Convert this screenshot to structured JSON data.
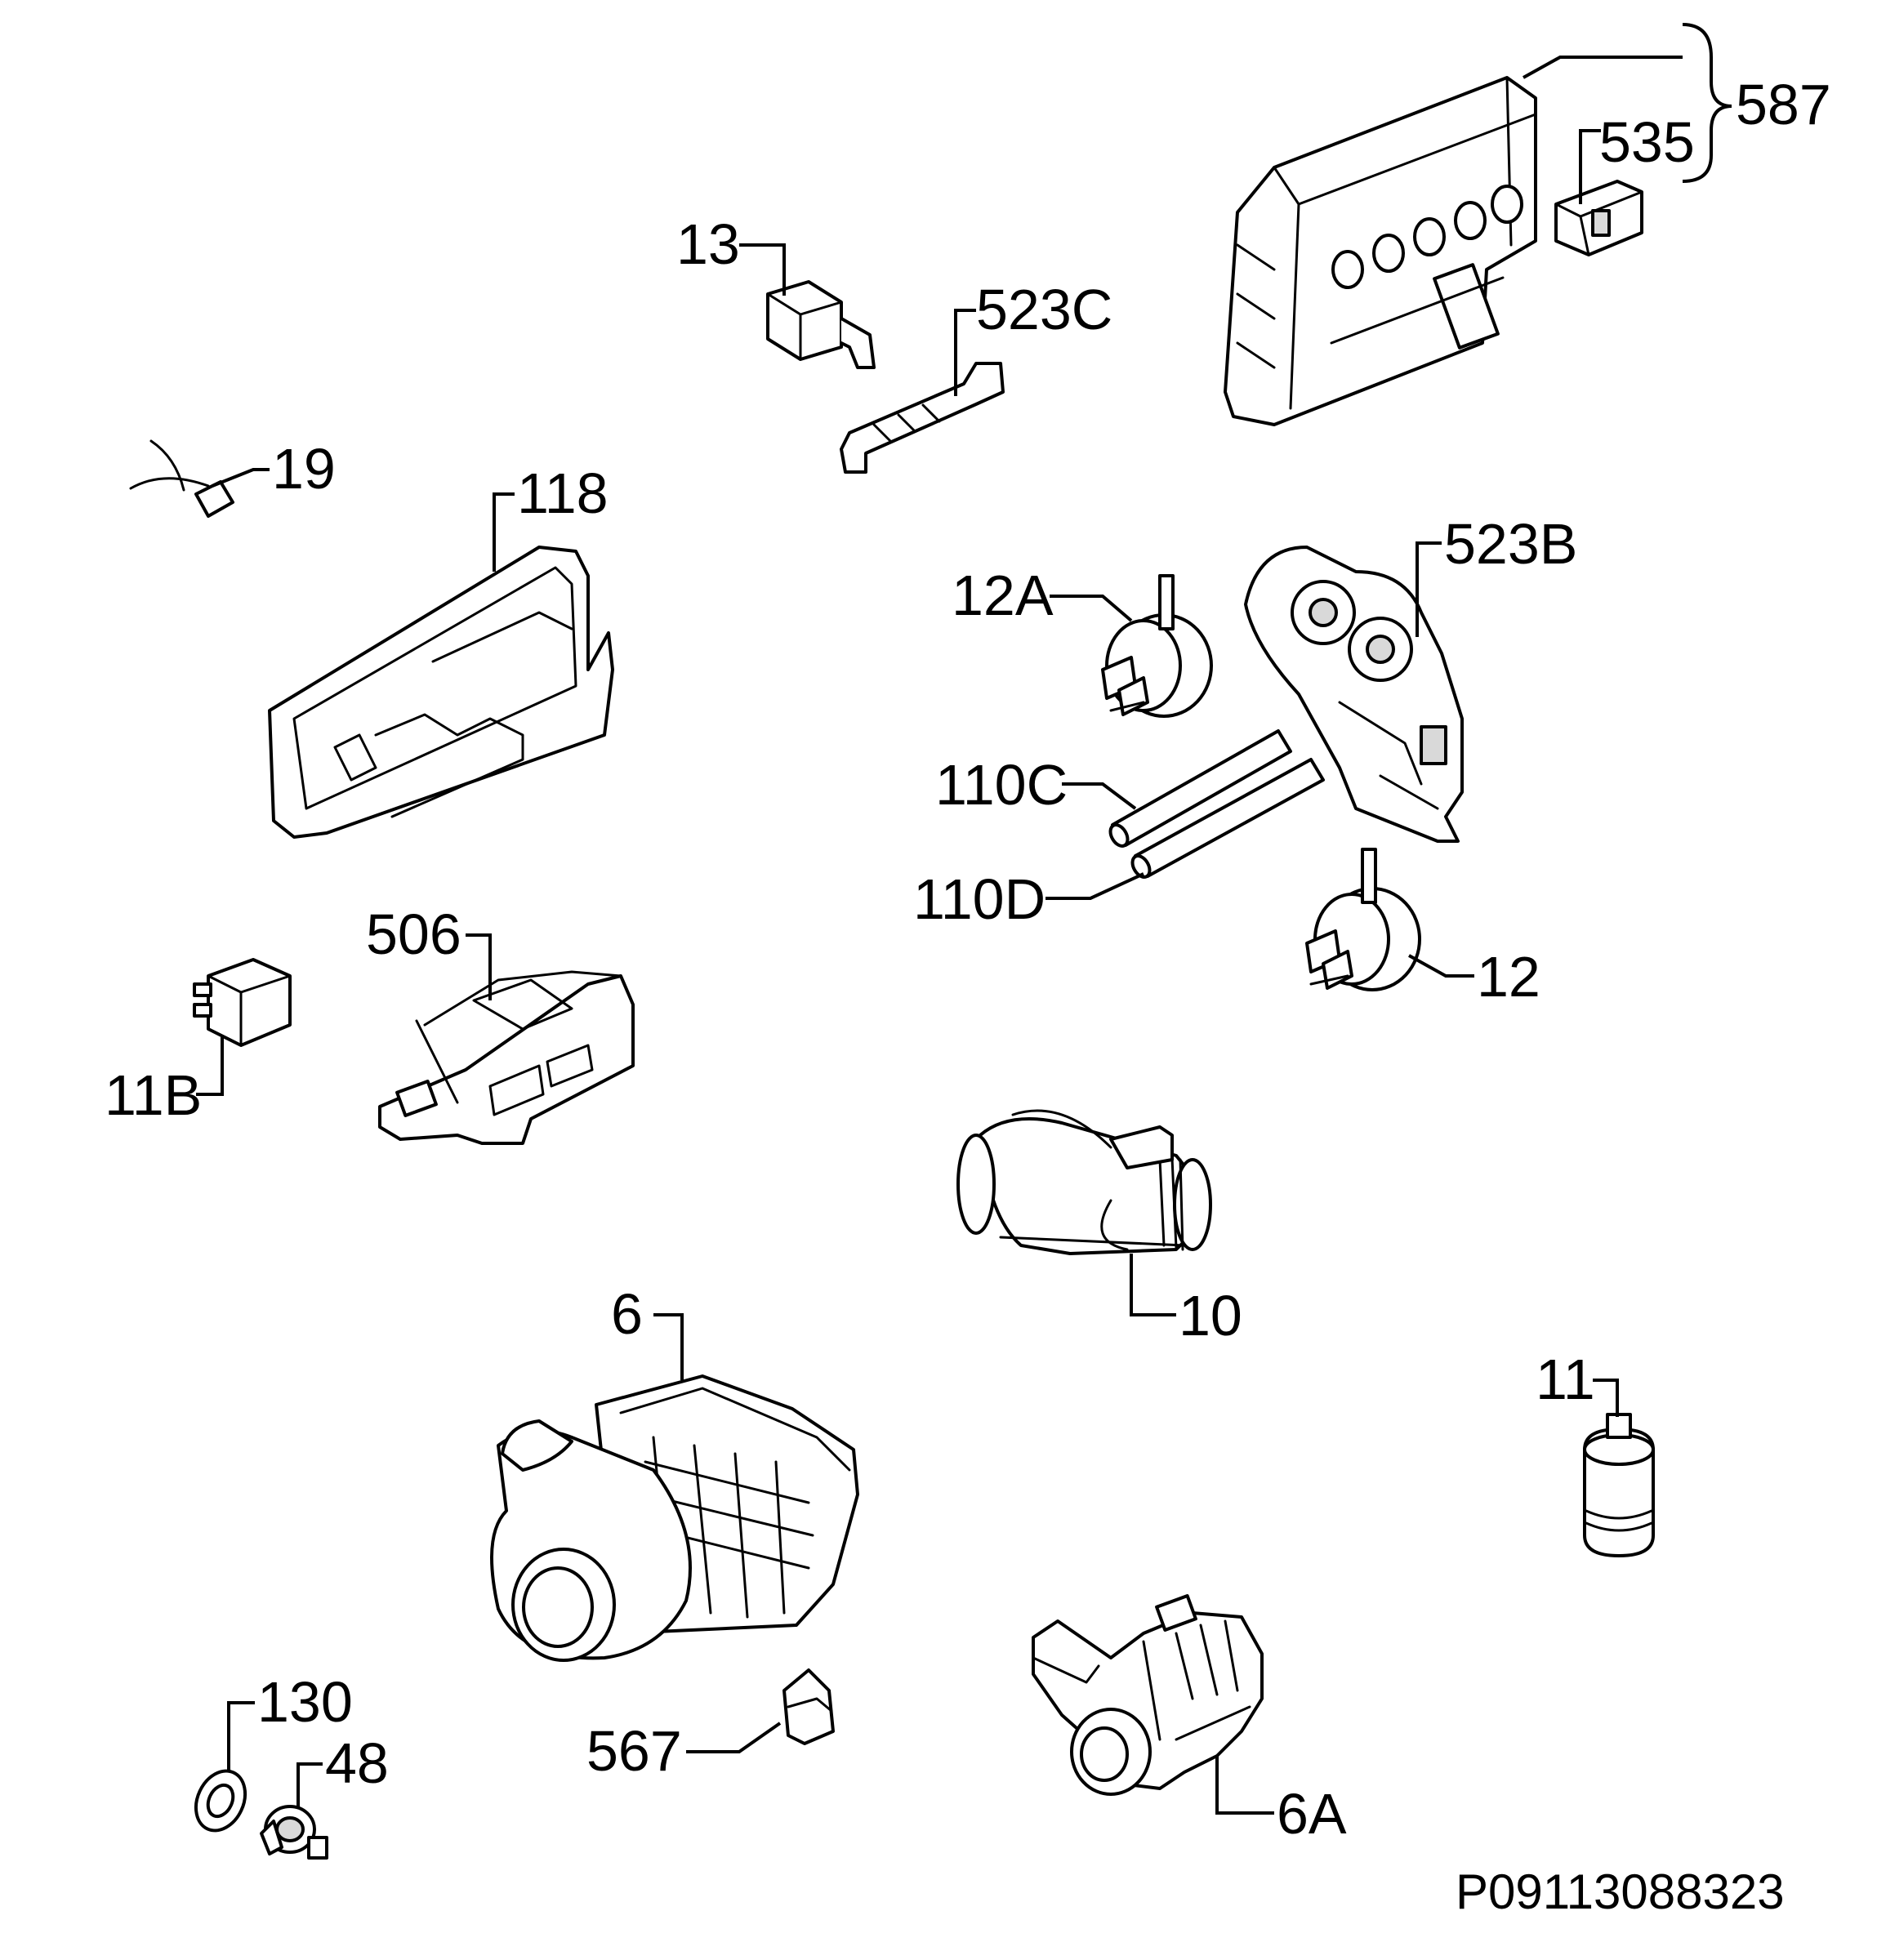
{
  "callouts": {
    "c587": "587",
    "c535": "535",
    "c13": "13",
    "c523c": "523C",
    "c19": "19",
    "c118": "118",
    "c523b": "523B",
    "c12a": "12A",
    "c110c": "110C",
    "c110d": "110D",
    "c12": "12",
    "c506": "506",
    "c11b": "11B",
    "c10": "10",
    "c6": "6",
    "c11": "11",
    "c130": "130",
    "c48": "48",
    "c567": "567",
    "c6a": "6A"
  },
  "diagram_ref": "P09113088323"
}
